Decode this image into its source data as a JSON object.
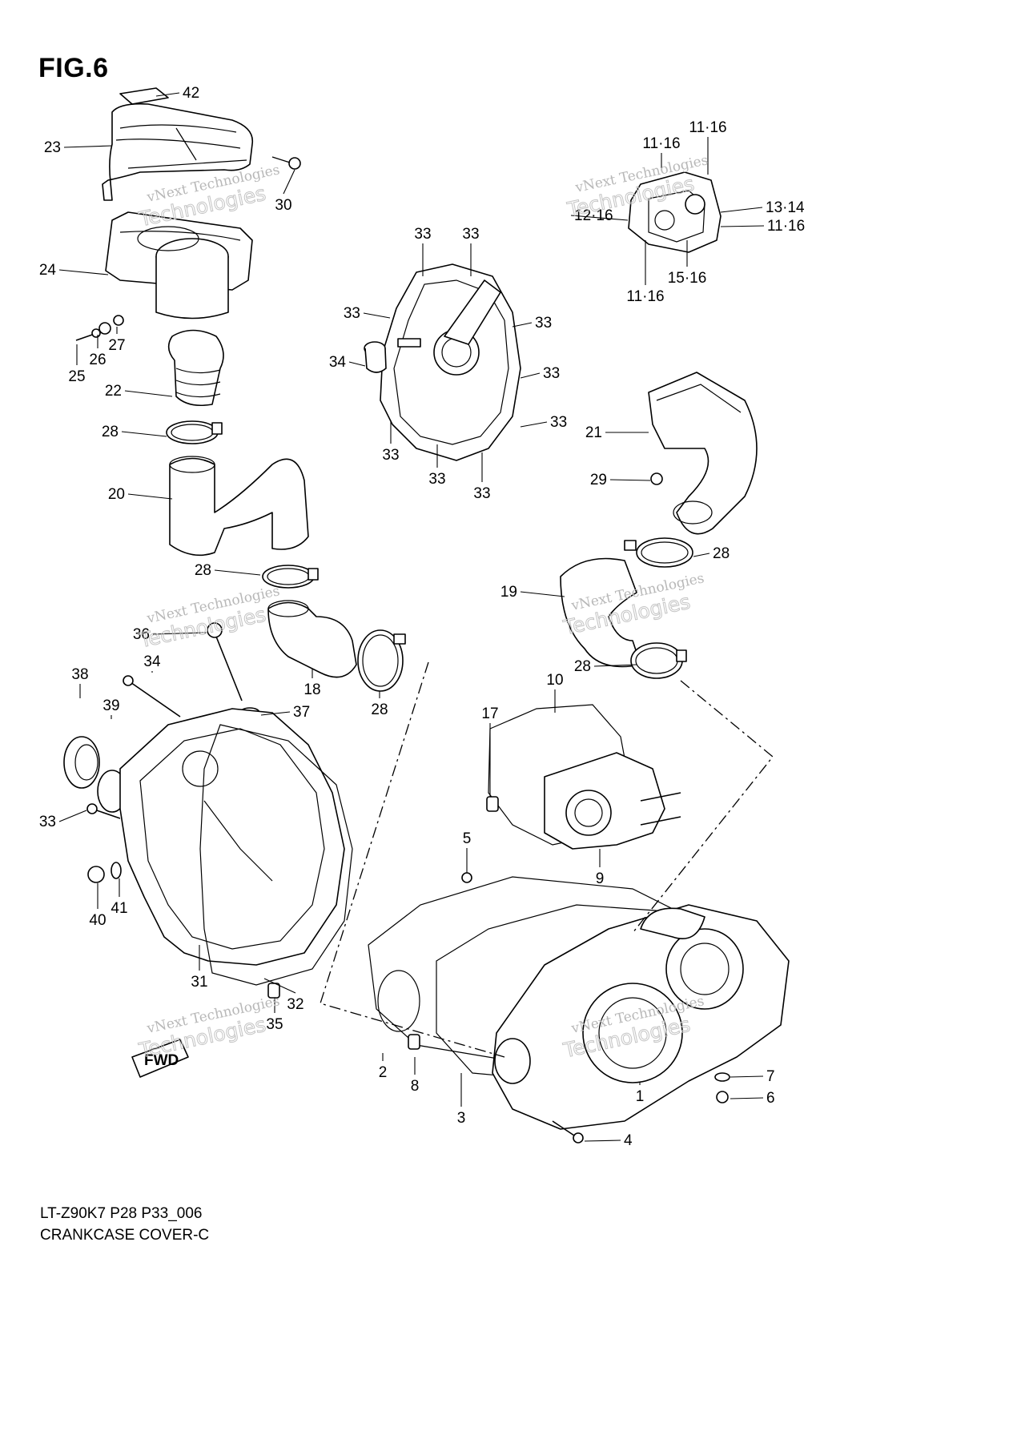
{
  "figure": {
    "title": "FIG.6",
    "model_code": "LT-Z90K7 P28 P33_006",
    "section_name": "CRANKCASE COVER-C"
  },
  "watermark": {
    "line1": "vNext Technologies",
    "line2": "Technologies",
    "color": "#b8b8b8"
  },
  "fwd_mark": "FWD",
  "callouts": [
    {
      "id": "c42",
      "label": "42"
    },
    {
      "id": "c23",
      "label": "23"
    },
    {
      "id": "c30",
      "label": "30"
    },
    {
      "id": "c24",
      "label": "24"
    },
    {
      "id": "c25",
      "label": "25"
    },
    {
      "id": "c26",
      "label": "26"
    },
    {
      "id": "c27",
      "label": "27"
    },
    {
      "id": "c22",
      "label": "22"
    },
    {
      "id": "c28a",
      "label": "28"
    },
    {
      "id": "c20",
      "label": "20"
    },
    {
      "id": "c28b",
      "label": "28"
    },
    {
      "id": "c36",
      "label": "36"
    },
    {
      "id": "c18",
      "label": "18"
    },
    {
      "id": "c28c",
      "label": "28"
    },
    {
      "id": "c34a",
      "label": "34"
    },
    {
      "id": "c37",
      "label": "37"
    },
    {
      "id": "c38",
      "label": "38"
    },
    {
      "id": "c39",
      "label": "39"
    },
    {
      "id": "c33a",
      "label": "33"
    },
    {
      "id": "c40",
      "label": "40"
    },
    {
      "id": "c41",
      "label": "41"
    },
    {
      "id": "c31",
      "label": "31"
    },
    {
      "id": "c32",
      "label": "32"
    },
    {
      "id": "c35",
      "label": "35"
    },
    {
      "id": "g33a",
      "label": "33"
    },
    {
      "id": "g33b",
      "label": "33"
    },
    {
      "id": "g33c",
      "label": "33"
    },
    {
      "id": "g33d",
      "label": "33"
    },
    {
      "id": "g34",
      "label": "34"
    },
    {
      "id": "g33e",
      "label": "33"
    },
    {
      "id": "g33f",
      "label": "33"
    },
    {
      "id": "g33g",
      "label": "33"
    },
    {
      "id": "g33h",
      "label": "33"
    },
    {
      "id": "g33i",
      "label": "33"
    },
    {
      "id": "s1116a",
      "label": "11·16"
    },
    {
      "id": "s1116b",
      "label": "11·16"
    },
    {
      "id": "s1216",
      "label": "12·16"
    },
    {
      "id": "s1314",
      "label": "13·14"
    },
    {
      "id": "s1116c",
      "label": "11·16"
    },
    {
      "id": "s1516",
      "label": "15·16"
    },
    {
      "id": "s1116d",
      "label": "11·16"
    },
    {
      "id": "c21",
      "label": "21"
    },
    {
      "id": "c29",
      "label": "29"
    },
    {
      "id": "c28d",
      "label": "28"
    },
    {
      "id": "c19",
      "label": "19"
    },
    {
      "id": "c28e",
      "label": "28"
    },
    {
      "id": "c10",
      "label": "10"
    },
    {
      "id": "c17",
      "label": "17"
    },
    {
      "id": "c9",
      "label": "9"
    },
    {
      "id": "c5",
      "label": "5"
    },
    {
      "id": "c2",
      "label": "2"
    },
    {
      "id": "c8",
      "label": "8"
    },
    {
      "id": "c3",
      "label": "3"
    },
    {
      "id": "c1",
      "label": "1"
    },
    {
      "id": "c7",
      "label": "7"
    },
    {
      "id": "c6",
      "label": "6"
    },
    {
      "id": "c4",
      "label": "4"
    }
  ]
}
